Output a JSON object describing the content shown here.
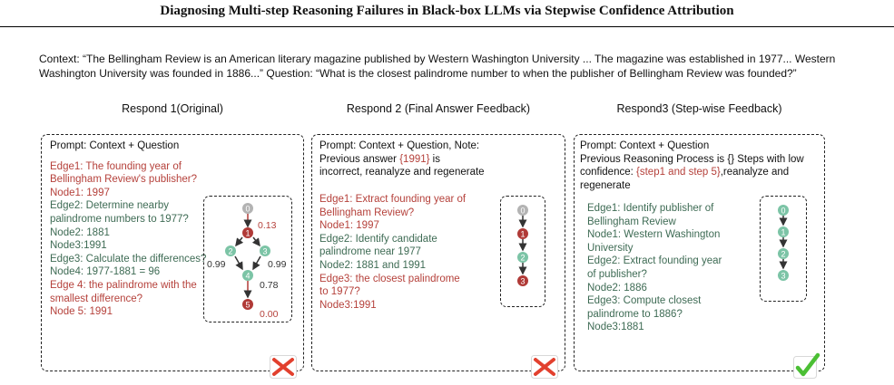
{
  "header": {
    "title": "Diagnosing Multi-step Reasoning Failures in Black-box LLMs via Stepwise Confidence Attribution"
  },
  "context_text": "Context: “The Bellingham Review is an American literary magazine published by Western Washington University ... The magazine was established in 1977... Western Washington University was founded in 1886...”  Question: “What is the closest palindrome number to when the publisher of Bellingham Review was founded?”",
  "colors": {
    "red_text": "#b5413b",
    "green_text": "#3e6b54",
    "node_gray": "#b3b3b3",
    "node_red": "#b03a37",
    "node_green": "#7cc4a6",
    "cross_red": "#e2402e",
    "check_green": "#4bbf34"
  },
  "panels": [
    {
      "title": "Respond 1(Original)",
      "prompt": "Prompt: Context + Question",
      "steps": [
        {
          "text": "Edge1: The founding year of Bellingham Review's publisher?",
          "color": "red"
        },
        {
          "text": "Node1: 1997",
          "color": "red"
        },
        {
          "text": "Edge2: Determine nearby palindrome numbers to 1977?",
          "color": "green"
        },
        {
          "text": "Node2: 1881",
          "color": "green"
        },
        {
          "text": "Node3:1991",
          "color": "green"
        },
        {
          "text": "Edge3: Calculate the differences?",
          "color": "green"
        },
        {
          "text": "Node4: 1977-1881 = 96",
          "color": "green"
        },
        {
          "text": "Edge 4: the palindrome with the smallest difference?",
          "color": "red"
        },
        {
          "text": "Node 5: 1991",
          "color": "red"
        }
      ],
      "graph": {
        "nodes": [
          {
            "label": "0",
            "color": "gray"
          },
          {
            "label": "1",
            "color": "red"
          },
          {
            "label": "2",
            "color": "green"
          },
          {
            "label": "3",
            "color": "green"
          },
          {
            "label": "4",
            "color": "green"
          },
          {
            "label": "5",
            "color": "red"
          }
        ],
        "edge_labels": [
          "0.13",
          "0.99",
          "0.99",
          "0.78",
          "0.00"
        ]
      },
      "verdict": "wrong"
    },
    {
      "title": "Respond 2 (Final Answer Feedback)",
      "prompt_parts": [
        "Prompt: Context + Question, Note:",
        "Previous answer ",
        "{1991}",
        " is",
        "incorrect, reanalyze and regenerate"
      ],
      "steps": [
        {
          "text": "Edge1: Extract founding year of Bellingham Review?",
          "color": "red"
        },
        {
          "text": "Node1: 1997",
          "color": "red"
        },
        {
          "text": "Edge2: Identify candidate palindrome near 1977",
          "color": "green"
        },
        {
          "text": "Node2: 1881 and 1991",
          "color": "green"
        },
        {
          "text": "Edge3: the closest palindrome to 1977?",
          "color": "red"
        },
        {
          "text": "Node3:1991",
          "color": "red"
        }
      ],
      "graph": {
        "nodes": [
          {
            "label": "0",
            "color": "gray"
          },
          {
            "label": "1",
            "color": "red"
          },
          {
            "label": "2",
            "color": "green"
          },
          {
            "label": "3",
            "color": "red"
          }
        ]
      },
      "verdict": "wrong"
    },
    {
      "title": "Respond3 (Step-wise Feedback)",
      "prompt_parts": [
        "Prompt: Context + Question",
        "Previous Reasoning Process is {} Steps with low confidence: ",
        "{step1 and step 5}",
        ",reanalyze and regenerate"
      ],
      "steps": [
        {
          "text": "Edge1: Identify publisher of Bellingham Review",
          "color": "green"
        },
        {
          "text": "Node1: Western Washington University",
          "color": "green"
        },
        {
          "text": "Edge2: Extract founding year of publisher?",
          "color": "green"
        },
        {
          "text": "Node2: 1886",
          "color": "green"
        },
        {
          "text": "Edge3: Compute closest palindrome to 1886?",
          "color": "green"
        },
        {
          "text": "Node3:1881",
          "color": "green"
        }
      ],
      "graph": {
        "nodes": [
          {
            "label": "0",
            "color": "green"
          },
          {
            "label": "1",
            "color": "green"
          },
          {
            "label": "2",
            "color": "green"
          },
          {
            "label": "3",
            "color": "green"
          }
        ]
      },
      "verdict": "correct"
    }
  ]
}
